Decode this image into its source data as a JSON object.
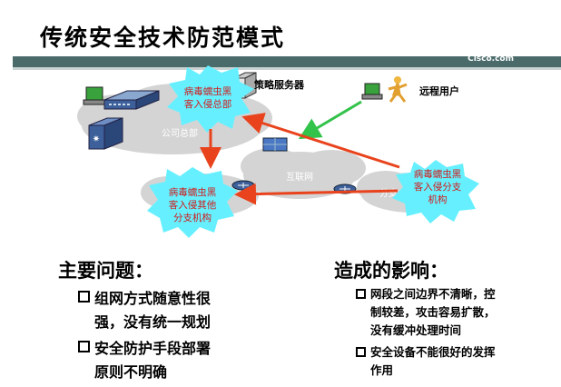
{
  "slide": {
    "title": "传统安全技术防范模式",
    "brand": "Cisco.com"
  },
  "diagram": {
    "server_label": "策略服务器",
    "remote_user_label": "远程用户",
    "hq_cloud_label": "公司总部",
    "internet_label": "互联网",
    "branch_cloud_label": "分支",
    "burst_hq": [
      "病毒蠕虫黑",
      "客入侵总部"
    ],
    "burst_other": [
      "病毒蠕虫黑",
      "客入侵其他",
      "分支机构"
    ],
    "burst_branch": [
      "病毒蠕虫黑",
      "客入侵分支",
      "机构"
    ],
    "colors": {
      "attack_arrow": "#e8431c",
      "access_arrow": "#33c24a",
      "burst": "#66f0ff",
      "burst_text": "#d11a1a",
      "cloud": "#d4d4d4",
      "band": "#4b6b6b"
    }
  },
  "problems": {
    "heading": "主要问题：",
    "items": [
      [
        "组网方式随意性很",
        "强，没有统一规划"
      ],
      [
        "安全防护手段部署",
        "原则不明确"
      ]
    ]
  },
  "impacts": {
    "heading": "造成的影响：",
    "items": [
      [
        "网段之间边界不清晰，控",
        "制较差，攻击容易扩散，",
        "没有缓冲处理时间"
      ],
      [
        "安全设备不能很好的发挥",
        "作用"
      ]
    ]
  }
}
